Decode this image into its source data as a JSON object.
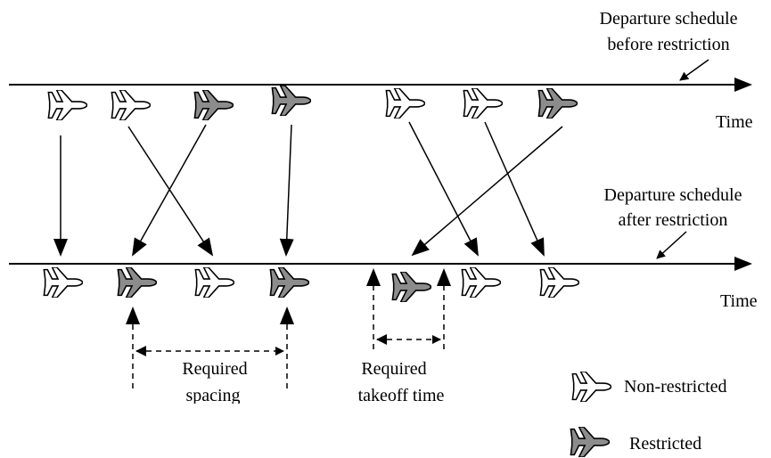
{
  "labels": {
    "before_line1": "Departure schedule",
    "before_line2": "before restriction",
    "after_line1": "Departure schedule",
    "after_line2": "after restriction",
    "time_top": "Time",
    "time_bottom": "Time",
    "spacing_line1": "Required",
    "spacing_line2": "spacing",
    "takeoff_line1": "Required",
    "takeoff_line2": "takeoff time"
  },
  "legend": {
    "non_restricted": "Non-restricted",
    "restricted": "Restricted"
  },
  "colors": {
    "non_restricted_fill": "#ffffff",
    "restricted_fill": "#8c8c8c",
    "stroke": "#000000"
  },
  "icon": "airplane-icon",
  "schedule_before": [
    "non-restricted",
    "non-restricted",
    "restricted",
    "restricted",
    "non-restricted",
    "non-restricted",
    "restricted"
  ],
  "schedule_after": [
    "non-restricted",
    "restricted",
    "non-restricted",
    "restricted",
    "restricted",
    "non-restricted",
    "non-restricted"
  ]
}
